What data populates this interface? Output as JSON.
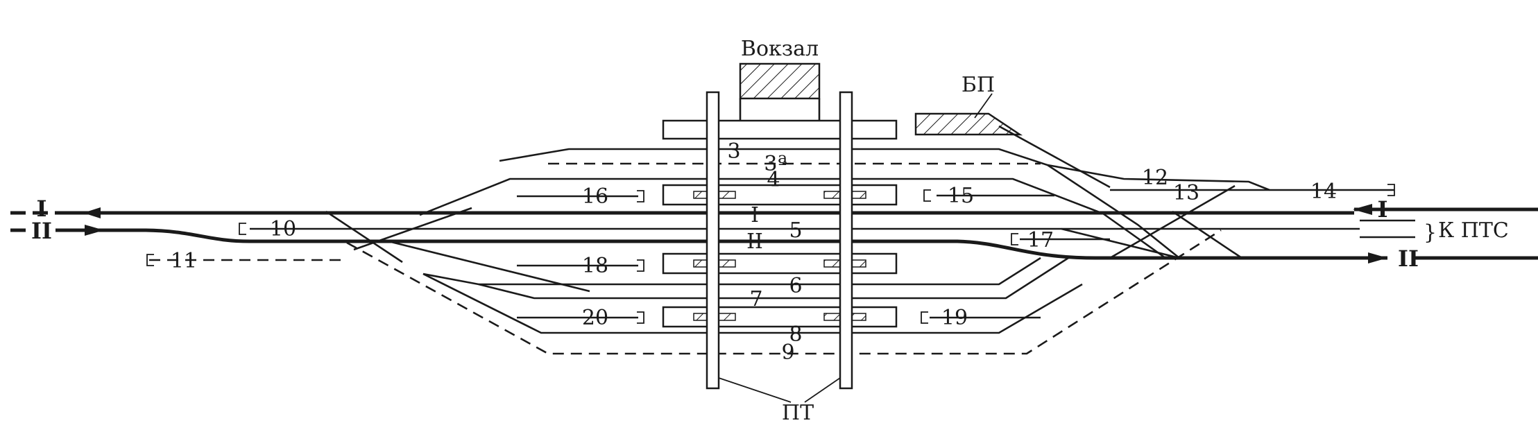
{
  "diagram": {
    "building_labels": {
      "station": "Вокзал",
      "baggage": "БП",
      "overpass": "ПТ"
    },
    "main_tracks": {
      "one": "I",
      "two": "II"
    },
    "track_numbers": {
      "t3": "3",
      "t3a": "3ª",
      "t4": "4",
      "t5": "5",
      "t6": "6",
      "t7": "7",
      "t8": "8",
      "t9": "9",
      "t10": "10",
      "t11": "11",
      "t12": "12",
      "t13": "13",
      "t14": "14",
      "t15": "15",
      "t16": "16",
      "t17": "17",
      "t18": "18",
      "t19": "19",
      "t20": "20"
    },
    "direction_label": "К ПТС",
    "brace": "}"
  }
}
